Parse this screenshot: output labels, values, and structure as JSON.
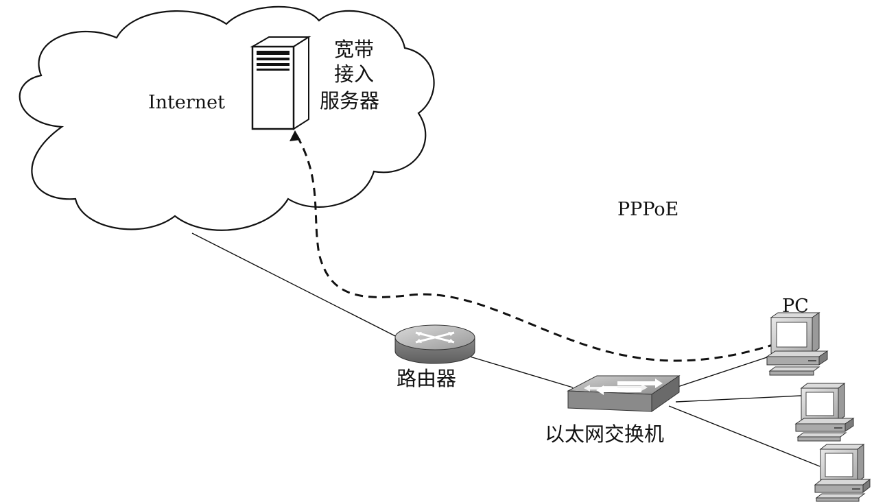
{
  "diagram": {
    "cloud_label": "Internet",
    "server_label_lines": [
      "宽带",
      "接入",
      "服务器"
    ],
    "protocol_label": "PPPoE",
    "router_label": "路由器",
    "switch_label": "以太网交换机",
    "pc_label": "PC"
  }
}
